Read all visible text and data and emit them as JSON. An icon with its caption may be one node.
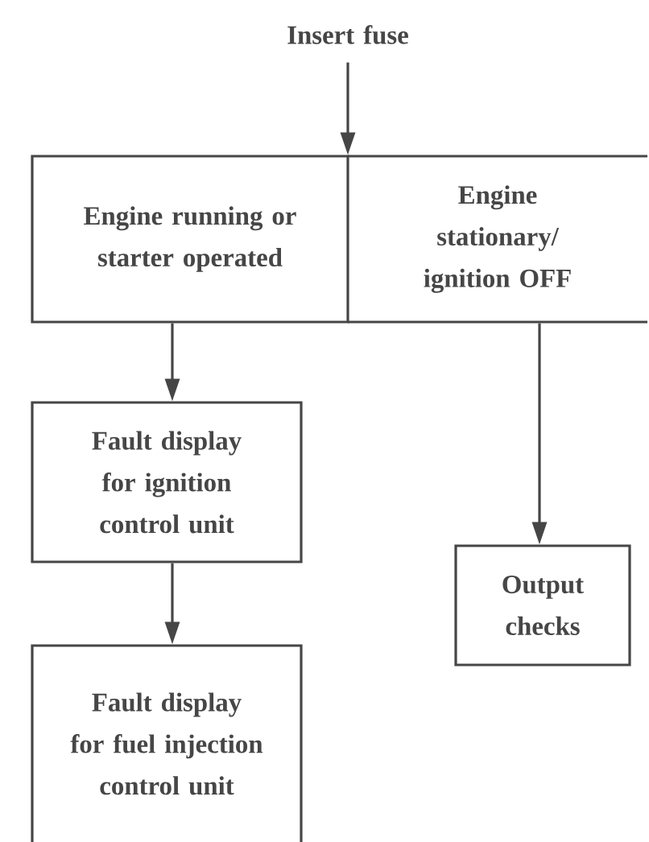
{
  "diagram": {
    "nodes": [
      {
        "text": [
          "Insert fuse"
        ]
      },
      {
        "text": [
          "Engine running or starter operated"
        ]
      },
      {
        "text": [
          "Engine stationary/ ignition OFF"
        ]
      },
      {
        "text": [
          "Fault display for ignition control unit"
        ]
      },
      {
        "text": [
          "Output checks"
        ]
      },
      {
        "text": [
          "Fault display for fuel injection control unit"
        ]
      }
    ],
    "edges": [
      {
        "from": 0,
        "to": 1,
        "arrow": "to"
      },
      {
        "from": 0,
        "to": 2,
        "arrow": "to"
      },
      {
        "from": 1,
        "to": 3,
        "arrow": "to"
      },
      {
        "from": 2,
        "to": 4,
        "arrow": "to"
      },
      {
        "from": 3,
        "to": 5,
        "arrow": "to"
      }
    ]
  }
}
